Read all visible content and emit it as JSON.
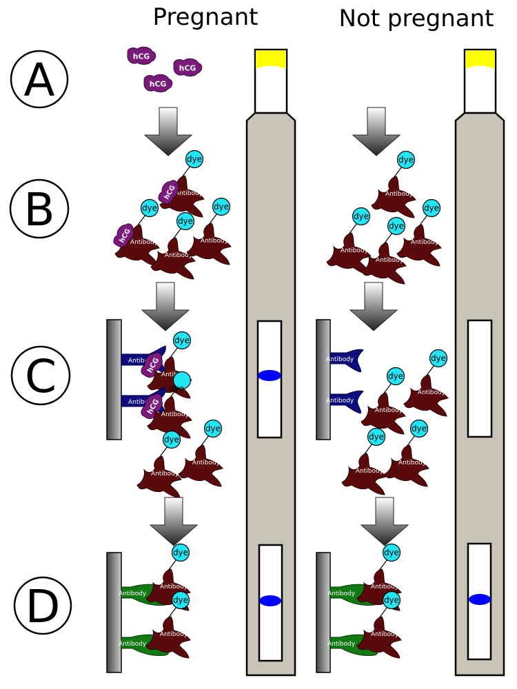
{
  "headers": {
    "pregnant": "Pregnant",
    "not_pregnant": "Not pregnant"
  },
  "steps": [
    "A",
    "B",
    "C",
    "D"
  ],
  "molecule_labels": {
    "hcg": "hCG",
    "dye": "dye",
    "antibody": "Antibody"
  },
  "colors": {
    "hcg": "#7a1a7a",
    "mobile_antibody": "#5a0a0a",
    "capture_antibody_c": "#0d0d80",
    "control_antibody_d": "#127a12",
    "dye": "#22e5f5",
    "strip": "#c8c4b8",
    "cap": "#ffff00",
    "band": "#0000ff"
  },
  "test_results": {
    "pregnant": {
      "test_line": true,
      "control_line": true
    },
    "not_pregnant": {
      "test_line": false,
      "control_line": true
    }
  }
}
